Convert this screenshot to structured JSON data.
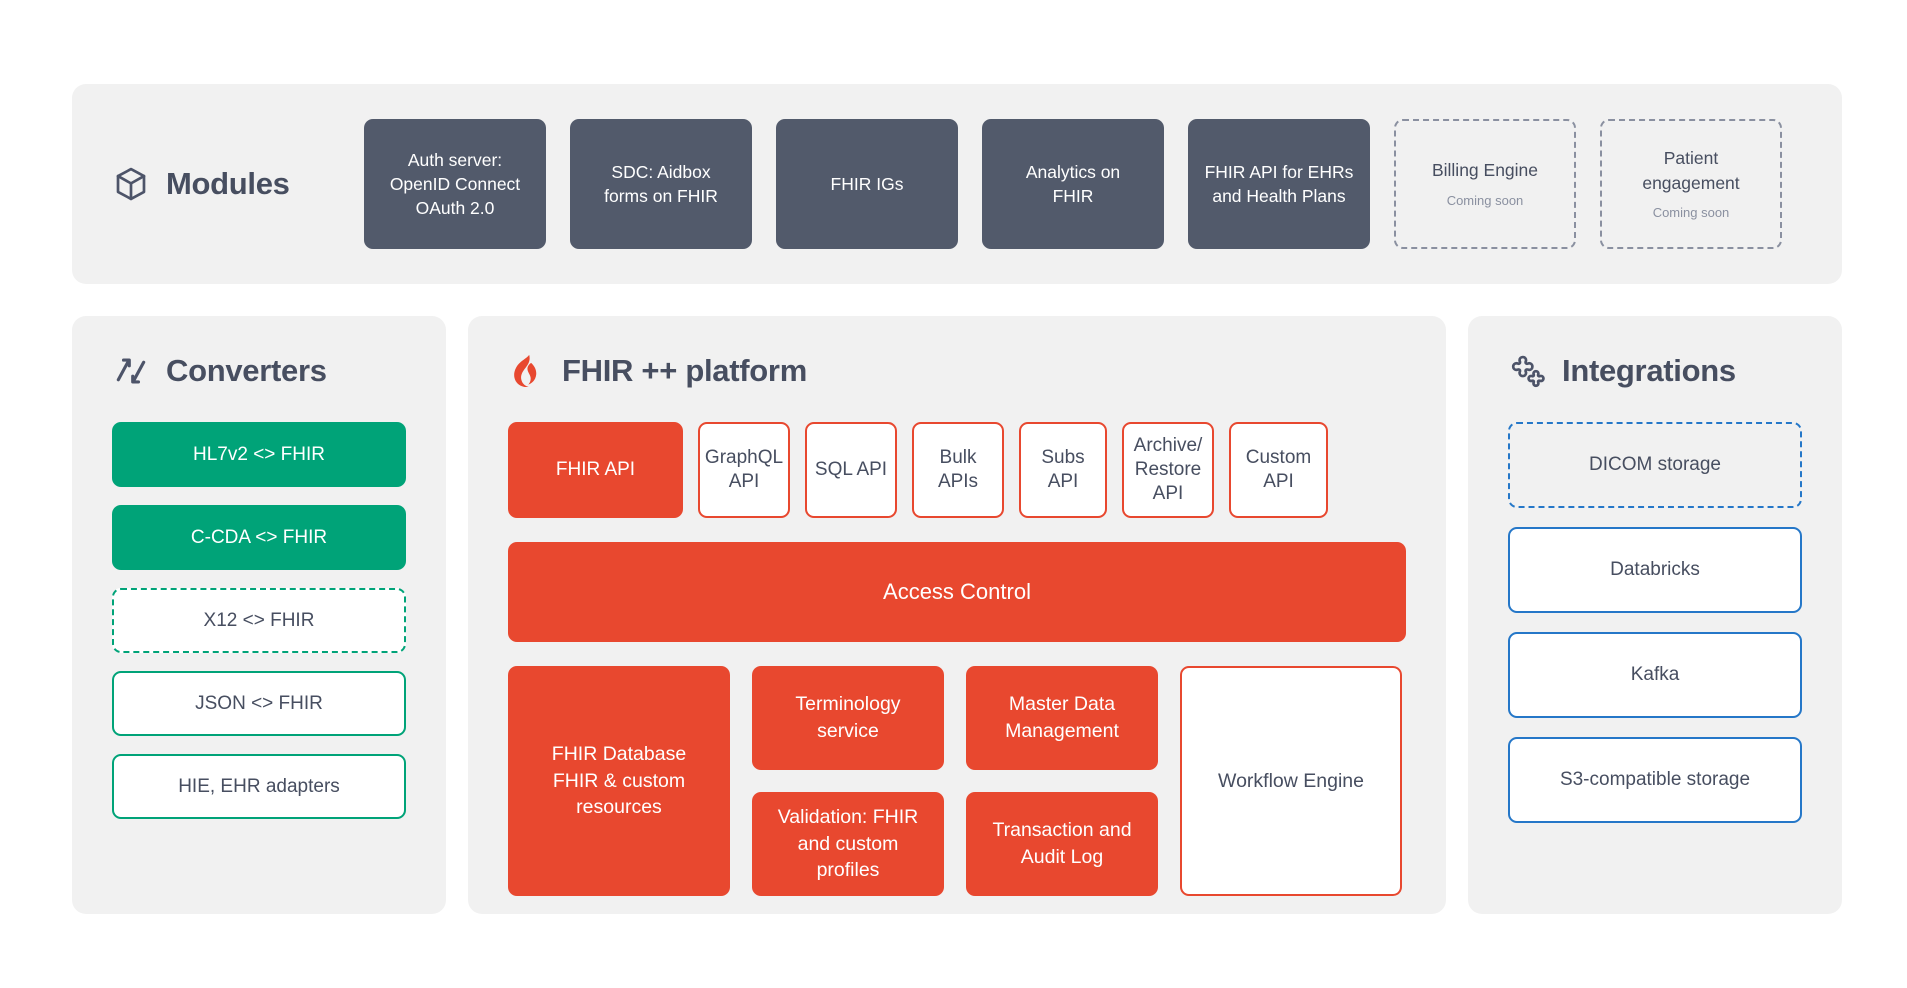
{
  "theme": {
    "panel_bg": "#f1f1f1",
    "module_fill": "#525a6b",
    "converter_green": "#00a378",
    "platform_red": "#e8482f",
    "integration_blue": "#2577c8",
    "text_dark": "#474e60",
    "muted": "#8a90a0"
  },
  "modules": {
    "title": "Modules",
    "icon": "cube-icon",
    "cards": [
      {
        "label": "Auth server:\nOpenID Connect\nOAuth 2.0",
        "state": "available"
      },
      {
        "label": "SDC: Aidbox\nforms on FHIR",
        "state": "available"
      },
      {
        "label": "FHIR IGs",
        "state": "available"
      },
      {
        "label": "Analytics on\nFHIR",
        "state": "available"
      },
      {
        "label": "FHIR API for EHRs\nand Health Plans",
        "state": "available"
      },
      {
        "label": "Billing Engine",
        "state": "coming_soon",
        "note": "Coming soon"
      },
      {
        "label": "Patient\nengagement",
        "state": "coming_soon",
        "note": "Coming soon"
      }
    ]
  },
  "converters": {
    "title": "Converters",
    "icon": "exchange-arrows-icon",
    "items": [
      {
        "label": "HL7v2 <> FHIR",
        "style": "filled"
      },
      {
        "label": "C-CDA <> FHIR",
        "style": "filled"
      },
      {
        "label": "X12 <> FHIR",
        "style": "dashed"
      },
      {
        "label": "JSON <> FHIR",
        "style": "outline"
      },
      {
        "label": "HIE, EHR adapters",
        "style": "outline"
      }
    ]
  },
  "platform": {
    "title": "FHIR ++ platform",
    "icon": "flame-icon",
    "apis": [
      {
        "label": "FHIR API",
        "style": "filled"
      },
      {
        "label": "GraphQL\nAPI",
        "style": "outline"
      },
      {
        "label": "SQL API",
        "style": "outline"
      },
      {
        "label": "Bulk\nAPIs",
        "style": "outline"
      },
      {
        "label": "Subs\nAPI",
        "style": "outline"
      },
      {
        "label": "Archive/\nRestore\nAPI",
        "style": "outline"
      },
      {
        "label": "Custom\nAPI",
        "style": "outline"
      }
    ],
    "access_control": "Access Control",
    "core": {
      "database": "FHIR Database\nFHIR & custom\nresources",
      "stack_left": [
        "Terminology\nservice",
        "Validation: FHIR\nand custom\nprofiles"
      ],
      "stack_right": [
        "Master Data\nManagement",
        "Transaction and\nAudit Log"
      ],
      "workflow": "Workflow Engine"
    }
  },
  "integrations": {
    "title": "Integrations",
    "icon": "puzzle-icon",
    "items": [
      {
        "label": "DICOM storage",
        "style": "dashed"
      },
      {
        "label": "Databricks",
        "style": "outline"
      },
      {
        "label": "Kafka",
        "style": "outline"
      },
      {
        "label": "S3-compatible storage",
        "style": "outline"
      }
    ]
  }
}
